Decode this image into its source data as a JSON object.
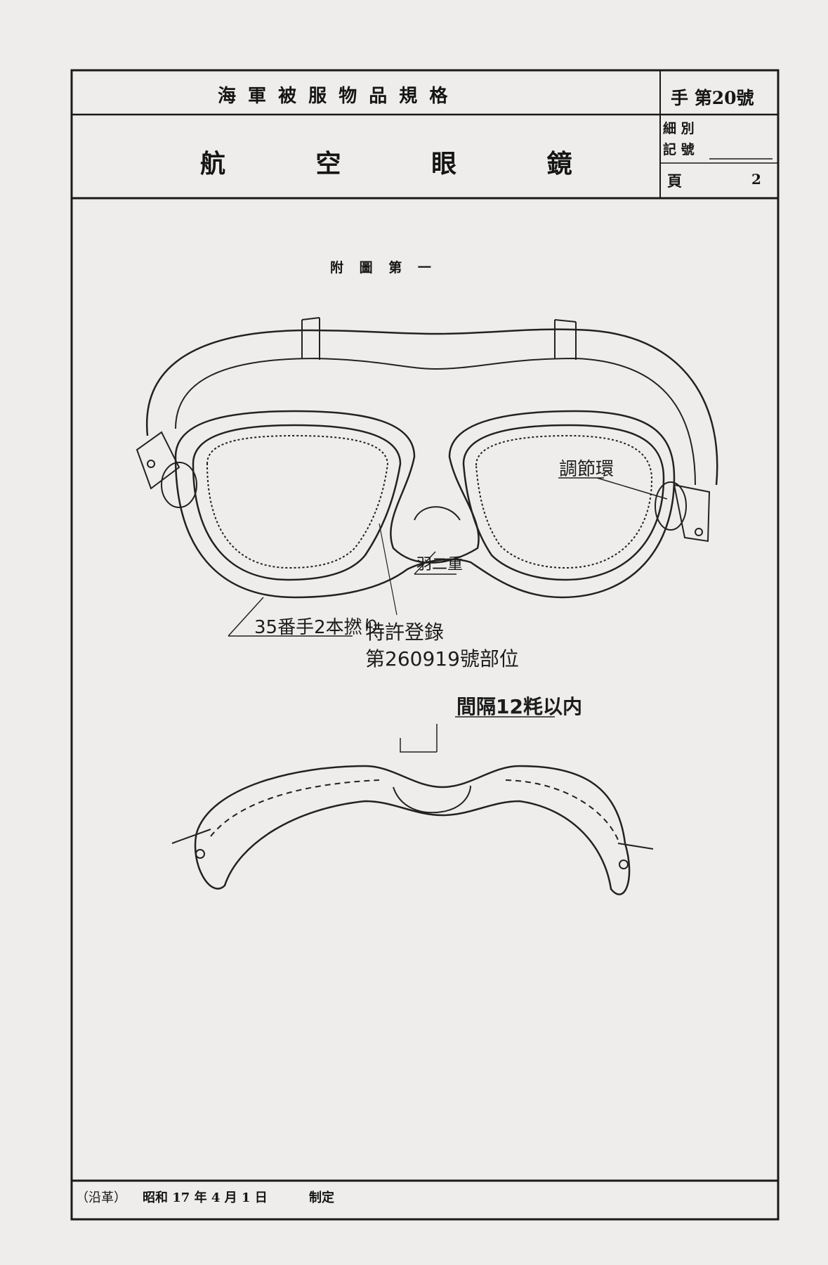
{
  "header": {
    "standard_title": "海 軍 被 服 物 品 規 格",
    "item_title": "航 空 眼 鏡",
    "number": "手 第20號",
    "subclass_label_1": "細 別",
    "subclass_label_2": "記 號",
    "page_label": "頁",
    "page_number": "2"
  },
  "figure": {
    "caption": "附 圖 第 一",
    "labels": {
      "adjust_ring": "調節環",
      "habutae": "羽二重",
      "thread": "35番手2本撚り",
      "patent_1": "特許登錄",
      "patent_2": "第260919號部位",
      "spacing": "間隔12粍以内"
    }
  },
  "footer": {
    "note": "（沿革）",
    "date": "昭和 17 年 4 月 1 日",
    "status": "制定"
  }
}
